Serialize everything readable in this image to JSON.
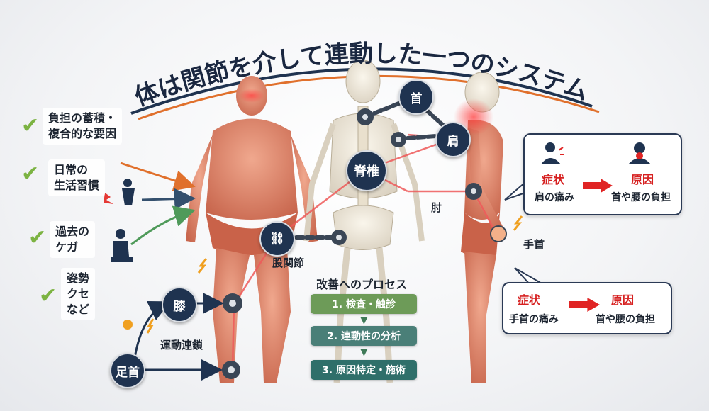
{
  "title": "体は関節を介して連動した一つのシステム",
  "left_factors": [
    {
      "label_line1": "負担の蓄積・",
      "label_line2": "複合的な要因"
    },
    {
      "label_line1": "日常の",
      "label_line2": "生活習慣"
    },
    {
      "label_line1": "過去の",
      "label_line2": "ケガ"
    },
    {
      "label_line1": "姿勢",
      "label_line2": "クセ",
      "label_line3": "など"
    }
  ],
  "nodes": {
    "neck": "首",
    "shoulder": "肩",
    "spine": "脊椎",
    "elbow": "肘",
    "hip": "股関節",
    "knee": "膝",
    "ankle": "足首",
    "wrist": "手首"
  },
  "chain_label": "運動連鎖",
  "process": {
    "title": "改善へのプロセス",
    "steps": [
      "1. 検査・触診",
      "2. 連動性の分析",
      "3. 原因特定・施術"
    ]
  },
  "callout_top": {
    "symptom_head": "症状",
    "symptom_text": "肩の痛み",
    "cause_head": "原因",
    "cause_text": "首や腰の負担"
  },
  "callout_bottom": {
    "symptom_head": "症状",
    "symptom_text": "手首の痛み",
    "cause_head": "原因",
    "cause_text": "首や腰の負担"
  },
  "colors": {
    "navy": "#1f3350",
    "accent_red": "#e02424",
    "check_green": "#7cb342",
    "muscle": "#d9826a"
  }
}
